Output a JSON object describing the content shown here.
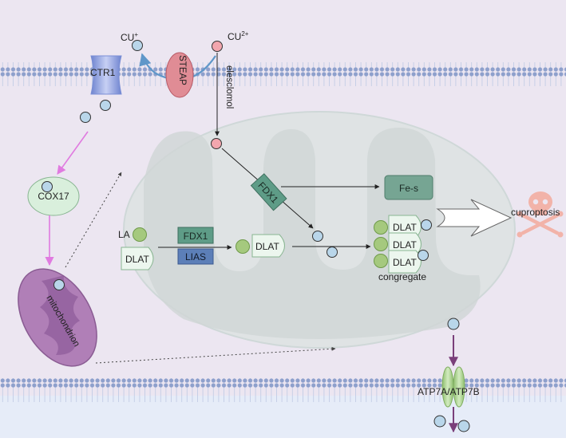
{
  "labels": {
    "cu_plus": "CU",
    "cu_plus_sup": "+",
    "cu_2plus": "CU",
    "cu_2plus_sup": "2+",
    "ctr1": "CTR1",
    "steap": "STEAP",
    "elesclomol": "elesclomol",
    "cox17": "COX17",
    "mitochondrion": "mitochondrion",
    "fdx1_tilted": "FDX1",
    "fe_s": "Fe-s",
    "la": "LA",
    "dlat": "DLAT",
    "fdx1": "FDX1",
    "lias": "LIAS",
    "congregate": "congregate",
    "cuproptosis": "cuproptosis",
    "atp7": "ATP7A/ATP7B"
  },
  "icons": {
    "death": "skull-crossbones-icon"
  },
  "colors": {
    "background": "#ece6f1",
    "membrane_head": "#8ea0cc",
    "mito_body": "#dfe3e4",
    "mito_cristae": "#cfd6d6",
    "copper_ion_cu_plus": "#b9d6ea",
    "copper_ion_cu_2plus": "#f2a6ae",
    "lipoyl_green": "#a5c97e",
    "fdx1_box": "#5e9c87",
    "lias_box": "#5c7fb8",
    "fe_s_box": "#76a593",
    "cuproptosis_skull": "#f2b3a9",
    "steap_fill": "#e08c95",
    "ctr1_fill": "#8aa0dd",
    "cox17_fill": "#d9efdc",
    "mitochondrion_fill": "#b07fb7",
    "atp7_fill": "#a9cf8f"
  }
}
